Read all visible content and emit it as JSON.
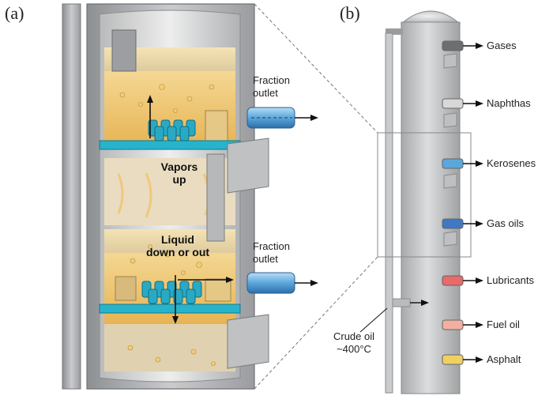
{
  "panels": {
    "a": "(a)",
    "b": "(b)"
  },
  "detail": {
    "vapors_label": [
      "Vapors",
      "up"
    ],
    "liquid_label": [
      "Liquid",
      "down or out"
    ],
    "outlet_top": [
      "Fraction",
      "outlet"
    ],
    "outlet_bottom": [
      "Fraction",
      "outlet"
    ]
  },
  "column": {
    "feed_label": [
      "Crude oil",
      "~400°C"
    ],
    "products": [
      {
        "name": "Gases",
        "color": "#6c6f72"
      },
      {
        "name": "Naphthas",
        "color": "#d8d8d8"
      },
      {
        "name": "Kerosenes",
        "color": "#5aa7dc"
      },
      {
        "name": "Gas oils",
        "color": "#3f78c4"
      },
      {
        "name": "Lubricants",
        "color": "#e86a6a"
      },
      {
        "name": "Fuel oil",
        "color": "#f2b0a0"
      },
      {
        "name": "Asphalt",
        "color": "#f0d060"
      }
    ]
  }
}
